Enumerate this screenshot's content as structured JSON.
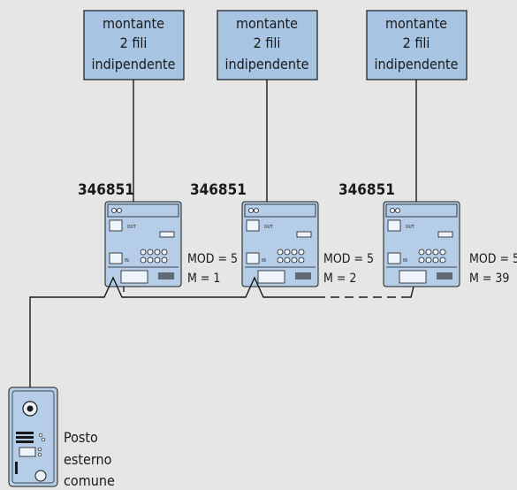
{
  "risers": [
    {
      "lines": [
        "montante",
        "2 fili",
        "indipendente"
      ]
    },
    {
      "lines": [
        "montante",
        "2 fili",
        "indipendente"
      ]
    },
    {
      "lines": [
        "montante",
        "2 fili",
        "indipendente"
      ]
    }
  ],
  "interfaces": [
    {
      "code": "346851",
      "mod": "MOD = 5",
      "m": "M = 1",
      "port_out": "OUT",
      "port_in": "IN"
    },
    {
      "code": "346851",
      "mod": "MOD = 5",
      "m": "M = 2",
      "port_out": "OUT",
      "port_in": "IN"
    },
    {
      "code": "346851",
      "mod": "MOD = 5",
      "m": "M = 39",
      "port_out": "OUT",
      "port_in": "IN"
    }
  ],
  "entrance_panel": {
    "lines": [
      "Posto",
      "esterno",
      "comune"
    ]
  },
  "colors": {
    "background": "#e6e6e7",
    "box_fill": "#a7c4e3",
    "device_fill": "#b5cde6",
    "line": "#1a1a1a"
  }
}
